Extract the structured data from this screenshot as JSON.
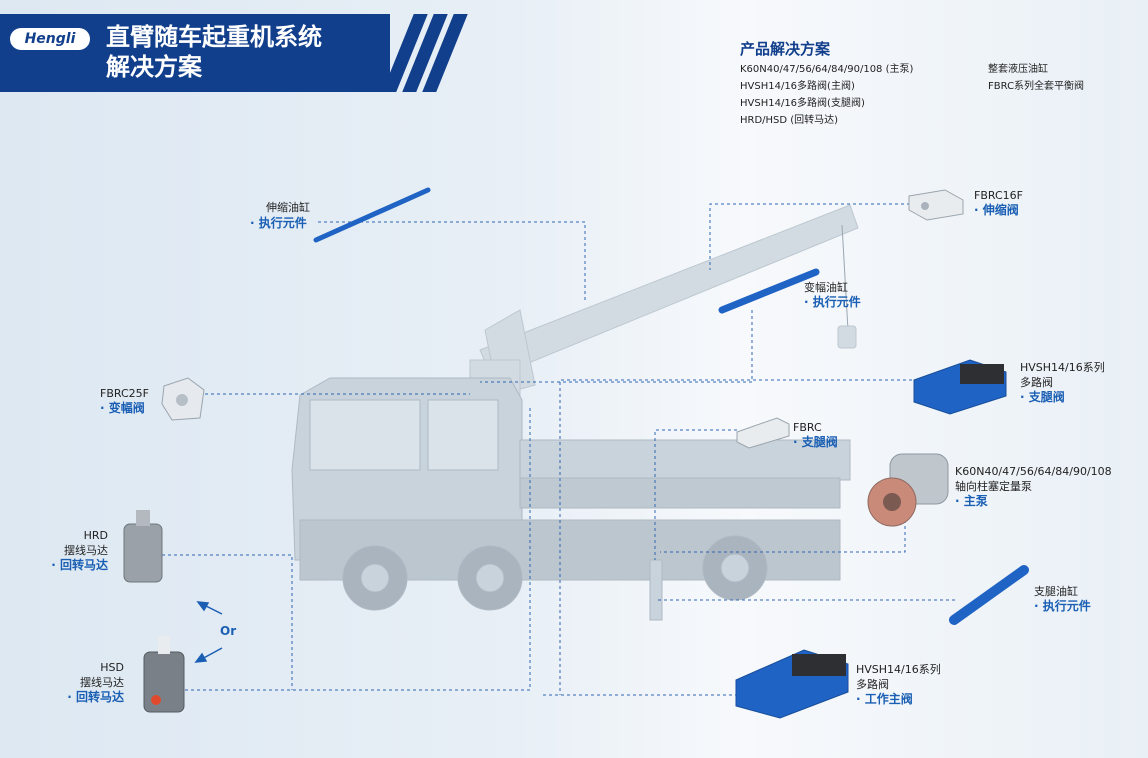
{
  "header": {
    "logo": "Hengli",
    "title_line1": "直臂随车起重机系统",
    "title_line2": "解决方案"
  },
  "solutions": {
    "title": "产品解决方案",
    "col1": [
      "K60N40/47/56/64/84/90/108 (主泵)",
      "HVSH14/16多路阀(主阀)",
      "HVSH14/16多路阀(支腿阀)",
      "HRD/HSD (回转马达)"
    ],
    "col2": [
      "整套液压油缸",
      "FBRC系列全套平衡阀"
    ]
  },
  "labels": {
    "telescopic_cyl": {
      "name": "伸缩油缸",
      "role": "· 执行元件"
    },
    "fbrc16f": {
      "name": "FBRC16F",
      "role": "· 伸缩阀"
    },
    "luff_cyl": {
      "name": "变幅油缸",
      "role": "· 执行元件"
    },
    "fbrc25f": {
      "name": "FBRC25F",
      "role": "· 变幅阀"
    },
    "hvsh_outrigger": {
      "name1": "HVSH14/16系列",
      "name2": "多路阀",
      "role": "· 支腿阀"
    },
    "fbrc": {
      "name": "FBRC",
      "role": "· 支腿阀"
    },
    "pump": {
      "name1": "K60N40/47/56/64/84/90/108",
      "name2": "轴向柱塞定量泵",
      "role": "· 主泵"
    },
    "hrd": {
      "name1": "HRD",
      "name2": "摆线马达",
      "role": "· 回转马达"
    },
    "or": "Or",
    "hsd": {
      "name1": "HSD",
      "name2": "摆线马达",
      "role": "· 回转马达"
    },
    "outrigger_cyl": {
      "name": "支腿油缸",
      "role": "· 执行元件"
    },
    "hvsh_main": {
      "name1": "HVSH14/16系列",
      "name2": "多路阀",
      "role": "· 工作主阀"
    }
  },
  "colors": {
    "brand": "#123f8c",
    "accent": "#1a5fb4",
    "truck": "#c9d3dc",
    "part_blue": "#1f63c4"
  }
}
